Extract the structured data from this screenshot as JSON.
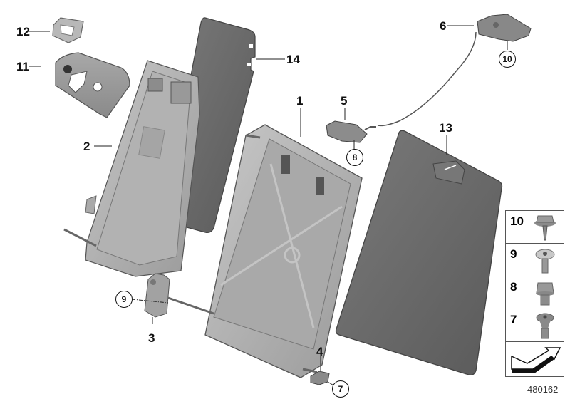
{
  "diagram": {
    "catalog_number": "480162",
    "parts": [
      {
        "id": "1",
        "label": "1",
        "name": "backrest frame (large)"
      },
      {
        "id": "2",
        "label": "2",
        "name": "backrest frame (small)"
      },
      {
        "id": "3",
        "label": "3",
        "name": "hinge bracket"
      },
      {
        "id": "4",
        "label": "4",
        "name": "bracket"
      },
      {
        "id": "5",
        "label": "5",
        "name": "lock"
      },
      {
        "id": "6",
        "label": "6",
        "name": "release handle"
      },
      {
        "id": "11",
        "label": "11",
        "name": "trim cover"
      },
      {
        "id": "12",
        "label": "12",
        "name": "bezel"
      },
      {
        "id": "13",
        "label": "13",
        "name": "rear panel large"
      },
      {
        "id": "14",
        "label": "14",
        "name": "rear panel small"
      }
    ],
    "circled_refs": [
      {
        "label": "10",
        "near": "6"
      },
      {
        "label": "8",
        "near": "5"
      },
      {
        "label": "9",
        "near": "3"
      },
      {
        "label": "7",
        "near": "4"
      }
    ],
    "fastener_legend": [
      {
        "label": "10",
        "icon": "hex-flange-self-tapping-screw-icon"
      },
      {
        "label": "9",
        "icon": "torx-flange-screw-icon"
      },
      {
        "label": "8",
        "icon": "hex-flange-bolt-icon"
      },
      {
        "label": "7",
        "icon": "torx-shoulder-bolt-icon"
      },
      {
        "label": "",
        "icon": "direction-arrow-icon"
      }
    ]
  }
}
